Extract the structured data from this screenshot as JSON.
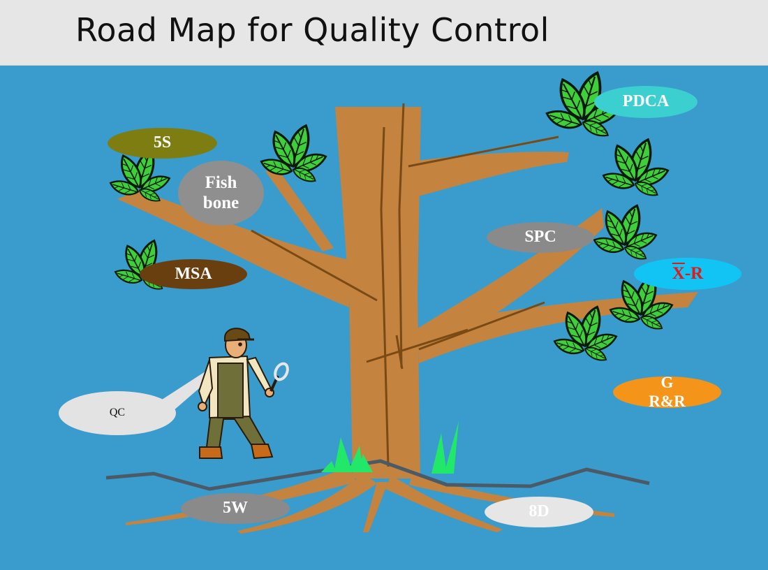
{
  "slide": {
    "title": "Road Map for Quality Control"
  },
  "labels": {
    "five_s": "5S",
    "fish_line1": "Fish",
    "fish_line2": "bone",
    "msa": "MSA",
    "pdca": "PDCA",
    "spc": "SPC",
    "xr_x": "X",
    "xr_rest": "-R",
    "grr_line1": "G",
    "grr_line2": "R&R",
    "qc": "QC",
    "five_w": "5W",
    "eight_d": "8D"
  },
  "colors": {
    "background": "#3a9ccd",
    "trunk": "#c4833f",
    "leaf_green": "#3fcf3a",
    "grass": "#22e86a",
    "ground_line": "#4a5a66"
  },
  "icons": [
    "tree-illustration",
    "inspector-figure-with-magnifier",
    "leaf-cluster-icon"
  ]
}
